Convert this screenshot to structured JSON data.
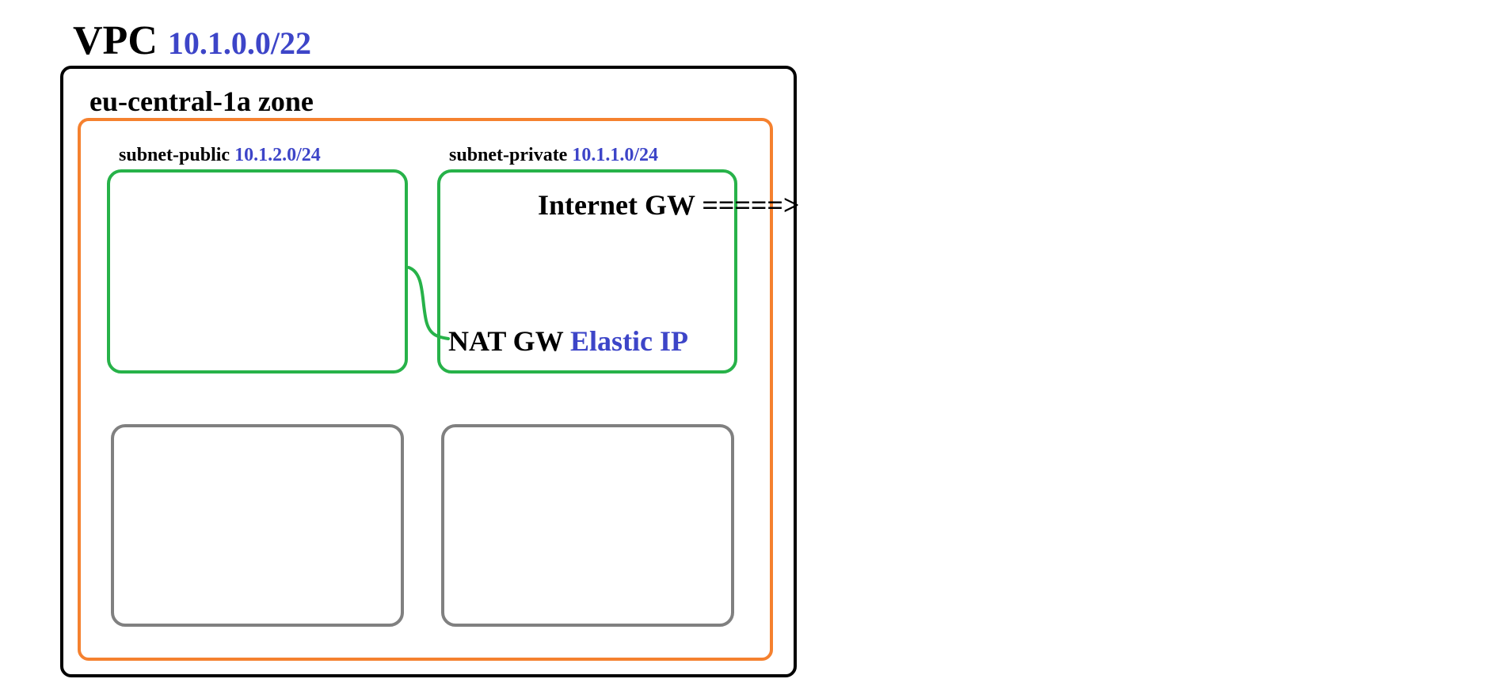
{
  "vpc": {
    "label": "VPC",
    "cidr": "10.1.0.0/22"
  },
  "zone": {
    "label": "eu-central-1a zone"
  },
  "subnets": [
    {
      "label": "subnet-public",
      "cidr": "10.1.2.0/24"
    },
    {
      "label": "subnet-private",
      "cidr": "10.1.1.0/24"
    }
  ],
  "gateways": {
    "internet": {
      "label": "Internet GW",
      "arrow": "=====>"
    },
    "nat": {
      "label": "NAT GW",
      "ip_label": "Elastic IP"
    }
  },
  "colors": {
    "vpc_border": "#000000",
    "zone_border": "#f5812f",
    "subnet_border": "#27b249",
    "empty_subnet_border": "#808080",
    "cidr_text": "#3d45c8"
  }
}
